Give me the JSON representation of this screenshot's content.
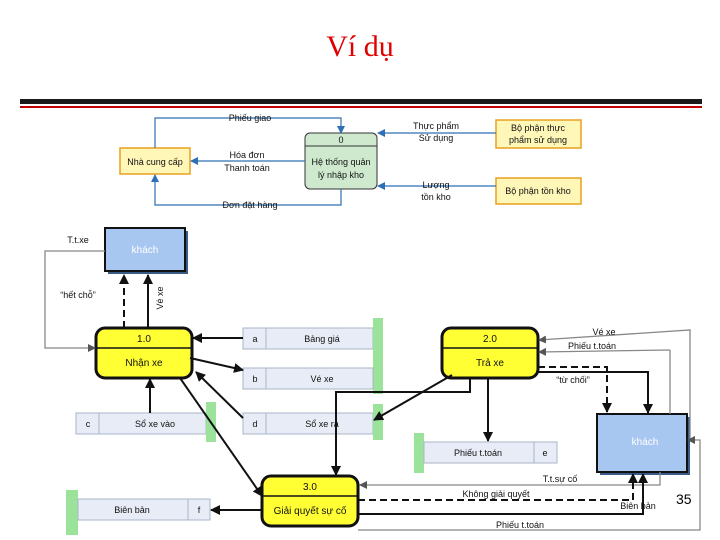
{
  "slide": {
    "title": "Ví dụ",
    "page_number": "35"
  },
  "context_diagram": {
    "supplier": "Nhà cung cấp",
    "system_number": "0",
    "system_line1": "Hệ thống quản",
    "system_line2": "lý nhập kho",
    "food_dept_line1": "Bộ phận thực",
    "food_dept_line2": "phẩm sử dụng",
    "warehouse_dept": "Bộ phận tồn kho",
    "flow_receipt": "Phiếu giao",
    "flow_invoice_line1": "Hóa đơn",
    "flow_invoice_line2": "Thanh toán",
    "flow_order": "Đơn đặt hàng",
    "flow_food_line1": "Thực phẩm",
    "flow_food_line2": "Sử dụng",
    "flow_stock_line1": "Lượng",
    "flow_stock_line2": "tồn kho"
  },
  "dfd": {
    "customer_top": "khách",
    "customer_right": "khách",
    "process1_number": "1.0",
    "process1_name": "Nhận xe",
    "process2_number": "2.0",
    "process2_name": "Trả xe",
    "process3_number": "3.0",
    "process3_name": "Giải quyết sự cố",
    "stores": {
      "a_id": "a",
      "a_name": "Bảng giá",
      "b_id": "b",
      "b_name": "Vé xe",
      "c_id": "c",
      "c_name": "Sổ xe vào",
      "d_id": "d",
      "d_name": "Sổ xe ra",
      "e_id": "e",
      "e_name": "Phiếu t.toán",
      "f_id": "f",
      "f_name": "Biên bản"
    },
    "flows": {
      "tt_xe": "T.t.xe",
      "full": "“hết chỗ”",
      "ticket_left": "Vé xe",
      "ticket_right": "Vé xe",
      "payment_slip": "Phiếu t.toán",
      "refuse": "“từ chối”",
      "incident": "T.t.sự cố",
      "unresolved": "Không giải quyết",
      "report": "Biên bản",
      "payment_bottom": "Phiếu t.toán"
    }
  },
  "colors": {
    "title": "#e00000",
    "process_fill": "#ffff33",
    "entity_fill": "#a7c7f0",
    "context_entity_fill": "#fff7b8",
    "context_entity_border": "#e8a020",
    "arrow_blue": "#2f6fb5",
    "store_fill": "#e8ecf6",
    "store_accent": "#9be39b"
  }
}
